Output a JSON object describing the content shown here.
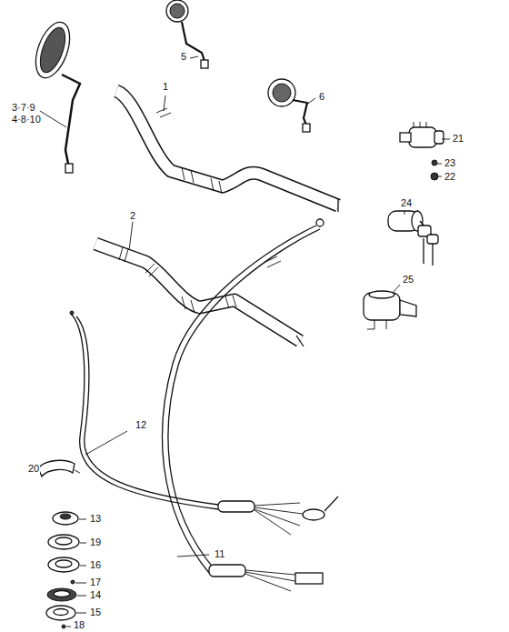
{
  "diagram": {
    "labels": [
      "3·7·9",
      "4·8·10",
      "5",
      "1",
      "6",
      "21",
      "23",
      "22",
      "24",
      "2",
      "25",
      "12",
      "20",
      "11",
      "13",
      "19",
      "16",
      "17",
      "14",
      "15",
      "18"
    ]
  }
}
